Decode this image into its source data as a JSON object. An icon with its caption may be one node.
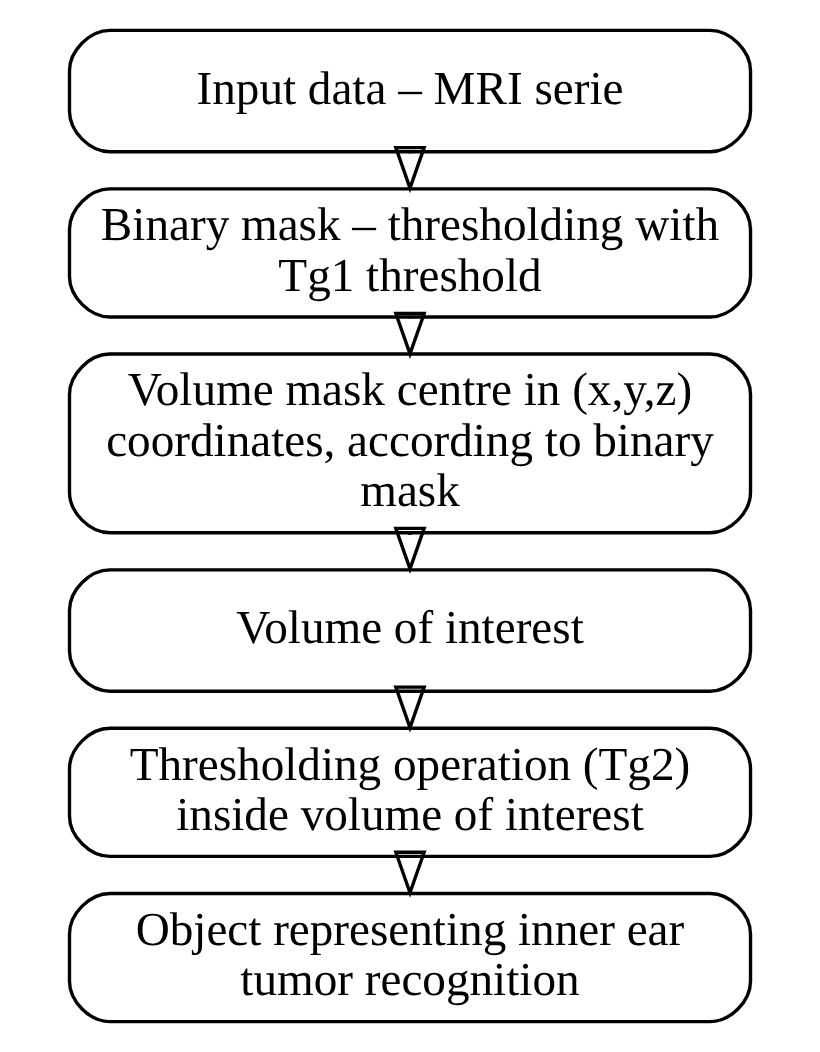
{
  "diagram": {
    "nodes": [
      {
        "text": [
          "Input data – MRI serie"
        ]
      },
      {
        "text": [
          "Binary mask – thresholding with Tg1 threshold"
        ]
      },
      {
        "text": [
          "Volume mask centre in (x,y,z) coordinates, according to binary mask"
        ]
      },
      {
        "text": [
          "Volume of interest"
        ]
      },
      {
        "text": [
          "Thresholding operation (Tg2) inside volume of interest"
        ]
      },
      {
        "text": [
          "Object representing inner ear tumor recognition"
        ]
      }
    ],
    "edges": [
      {
        "from": 0,
        "to": 1,
        "arrow": "to"
      },
      {
        "from": 1,
        "to": 2,
        "arrow": "to"
      },
      {
        "from": 2,
        "to": 3,
        "arrow": "to"
      },
      {
        "from": 3,
        "to": 4,
        "arrow": "to"
      },
      {
        "from": 4,
        "to": 5,
        "arrow": "to"
      }
    ]
  }
}
